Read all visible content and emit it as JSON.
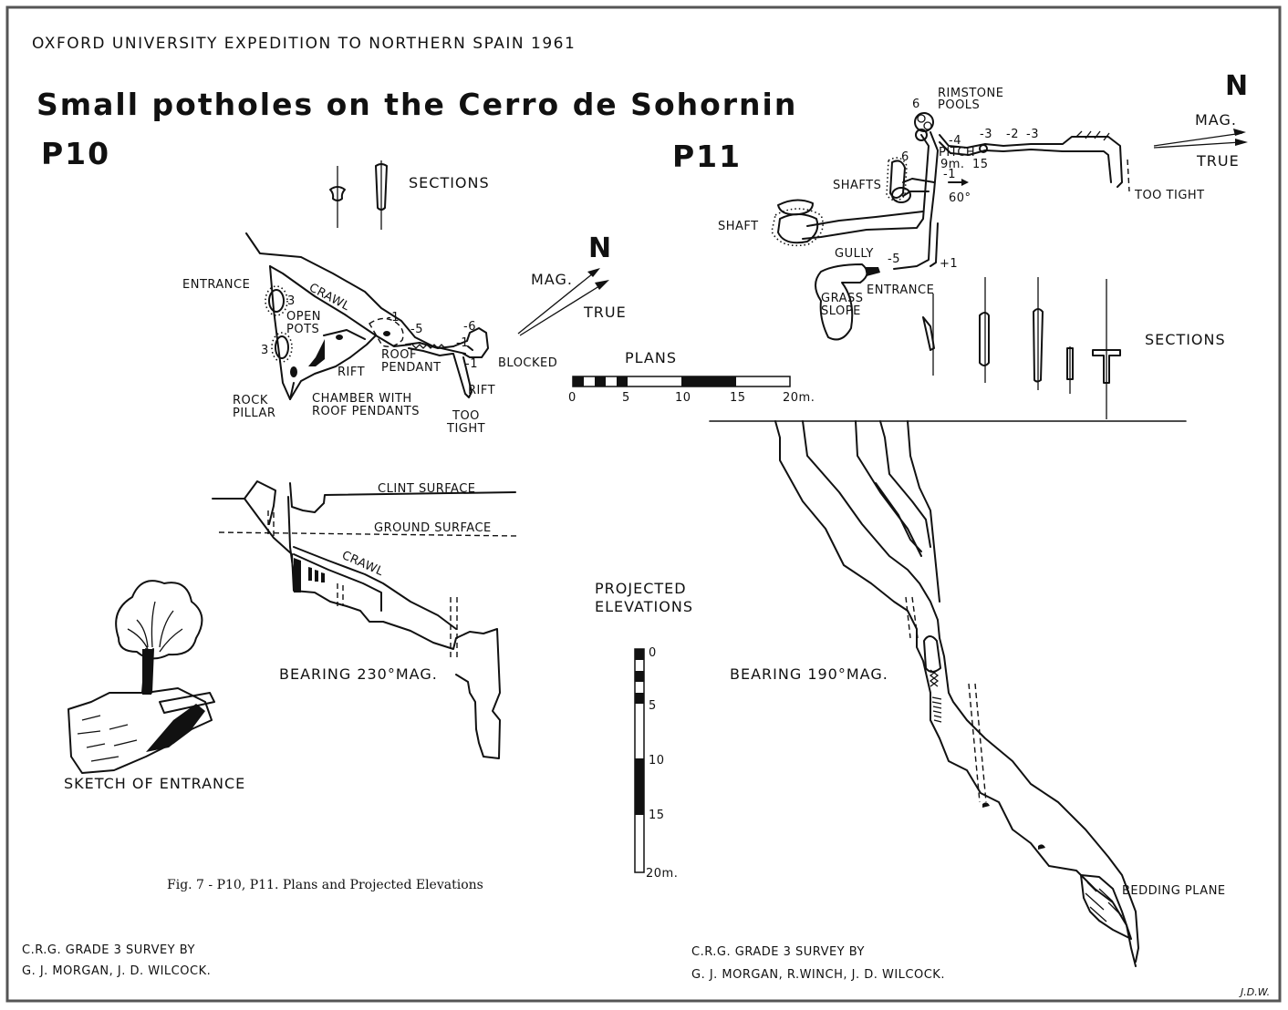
{
  "header": {
    "expedition": "OXFORD UNIVERSITY EXPEDITION TO NORTHERN SPAIN 1961",
    "title": "Small potholes on the Cerro de Sohornin"
  },
  "p10": {
    "name": "P10",
    "sections_label": "SECTIONS",
    "labels": {
      "entrance": "ENTRANCE",
      "crawl": "CRAWL",
      "open_pots": "OPEN POTS",
      "rock_pillar": "ROCK PILLAR",
      "rift": "RIFT",
      "chamber": "CHAMBER WITH ROOF PENDANTS",
      "roof_pendant": "ROOF PENDANT",
      "blocked": "BLOCKED",
      "rift2": "RIFT",
      "too_tight": "TOO TIGHT",
      "d3a": "3",
      "d3b": "3",
      "dm1": "-1",
      "dm5": "-5",
      "dm6": "-6",
      "dm1b": "-1",
      "dm1c": "-1"
    },
    "elevation": {
      "clint": "CLINT SURFACE",
      "ground": "GROUND SURFACE",
      "crawl": "CRAWL",
      "bearing": "BEARING 230°MAG."
    },
    "sketch_label": "SKETCH OF ENTRANCE",
    "survey": [
      "C.R.G. GRADE 3 SURVEY BY",
      "G. J. MORGAN, J. D. WILCOCK."
    ]
  },
  "p11": {
    "name": "P11",
    "sections_label": "SECTIONS",
    "labels": {
      "rimstone": "RIMSTONE POOLS",
      "pitch": "PITCH 9m.",
      "shafts": "SHAFTS",
      "shaft": "SHAFT",
      "gully": "GULLY",
      "grass": "GRASS SLOPE",
      "entrance": "ENTRANCE",
      "too_tight": "TOO TIGHT",
      "bearing60": "60°",
      "d6a": "6",
      "d6b": "6",
      "dm4": "-4",
      "dm3a": "-3",
      "dm2": "-2",
      "dm3b": "-3",
      "d15": "15",
      "dm1": "-1",
      "dm5": "-5",
      "dp1": "+1"
    },
    "elevation": {
      "bearing": "BEARING 190°MAG.",
      "bedding": "BEDDING PLANE"
    },
    "survey": [
      "C.R.G. GRADE 3 SURVEY BY",
      "G. J. MORGAN, R.WINCH, J. D. WILCOCK."
    ]
  },
  "north_arrow": {
    "n": "N",
    "mag": "MAG.",
    "true": "TRUE"
  },
  "plans_scale": {
    "label": "PLANS",
    "ticks": [
      "0",
      "5",
      "10",
      "15",
      "20m."
    ]
  },
  "elev_scale": {
    "label": [
      "PROJECTED",
      "ELEVATIONS"
    ],
    "ticks": [
      "0",
      "5",
      "10",
      "15",
      "20m."
    ]
  },
  "caption": "Fig. 7 - P10, P11. Plans and Projected Elevations",
  "initials": "J.D.W."
}
